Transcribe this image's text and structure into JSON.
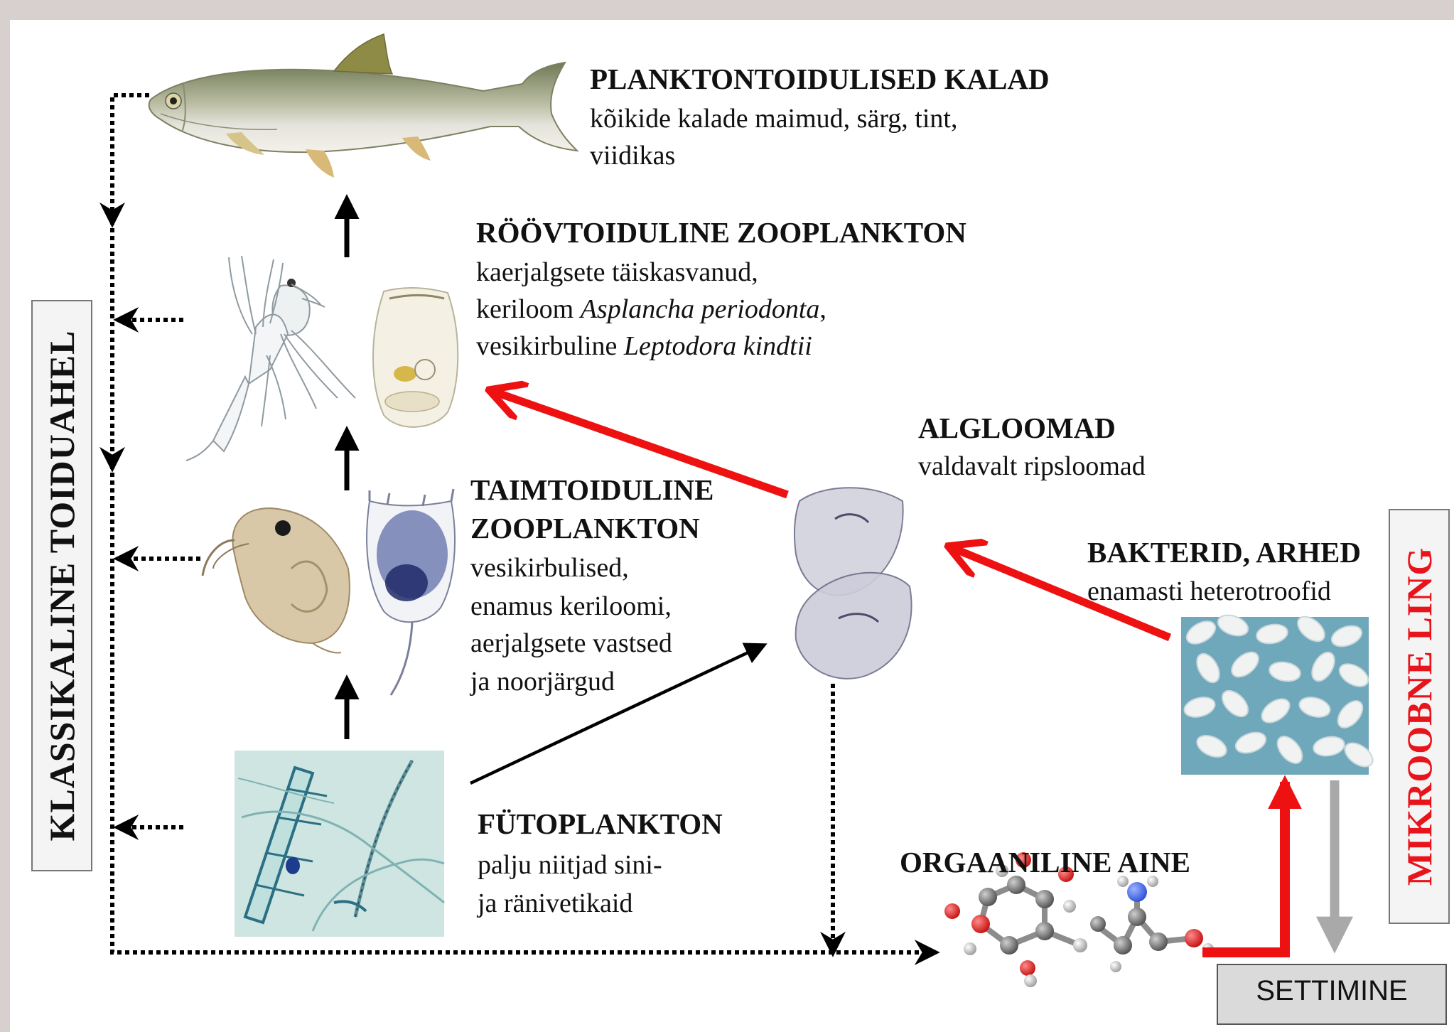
{
  "colors": {
    "link_red": "#ee1111",
    "chain_black": "#000000",
    "settling_gray": "#aaaaaa",
    "microbial_label": "#e8141b"
  },
  "side_labels": {
    "classic": "KLASSIKALINE  TOIDUAHEL",
    "microbial": "MIKROOBNE  LING"
  },
  "fish": {
    "title": "PLANKTONTOIDULISED KALAD",
    "line1": "kõikide kalade maimud, särg, tint,",
    "line2": "viidikas"
  },
  "predatory": {
    "title": "RÖÖVTOIDULINE ZOOPLANKTON",
    "line1": "kaerjalgsete täiskasvanud,",
    "line2_prefix": "keriloom ",
    "line2_italic": "Asplancha periodonta",
    "line2_suffix": ",",
    "line3_prefix": "vesikirbuline ",
    "line3_italic": "Leptodora kindtii"
  },
  "herbivorous": {
    "title1": "TAIMTOIDULINE",
    "title2": "ZOOPLANKTON",
    "line1": "vesikirbulised,",
    "line2": "enamus keriloomi,",
    "line3": "aerjalgsete vastsed",
    "line4": "ja noorjärgud"
  },
  "phyto": {
    "title": "FÜTOPLANKTON",
    "line1": "palju niitjad sini-",
    "line2": "ja ränivetikaid"
  },
  "protozoa": {
    "title": "ALGLOOMAD",
    "line1": "valdavalt ripsloomad"
  },
  "bacteria": {
    "title": "BAKTERID, ARHED",
    "line1": "enamasti heterotroofid"
  },
  "organic": {
    "title": "ORGAANILINE AINE"
  },
  "settling": {
    "label": "SETTIMINE"
  }
}
